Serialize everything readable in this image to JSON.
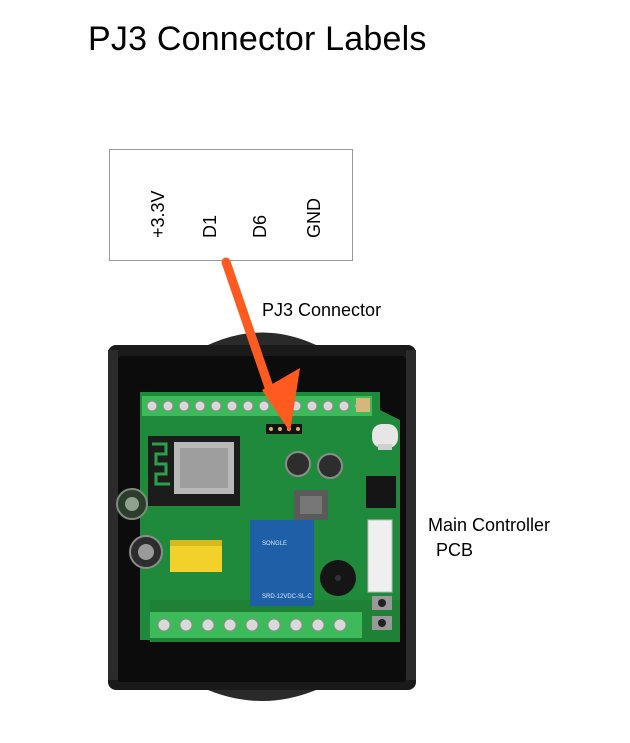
{
  "title": "PJ3 Connector Labels",
  "pin_labels": [
    "+3.3V",
    "D1",
    "D6",
    "GND"
  ],
  "arrow_label": "PJ3 Connector",
  "pcb_label": {
    "line1": "Main Controller",
    "line2": "PCB"
  },
  "relay_text": [
    "SONGLE",
    "SRD-12VDC-SL-C"
  ],
  "colors": {
    "arrow": "#ff5a1f",
    "pcb_green": "#1f8a3c",
    "case_black": "#1a1a1a",
    "relay_blue": "#1f5fa8",
    "terminal_green": "#3dbb5a"
  }
}
